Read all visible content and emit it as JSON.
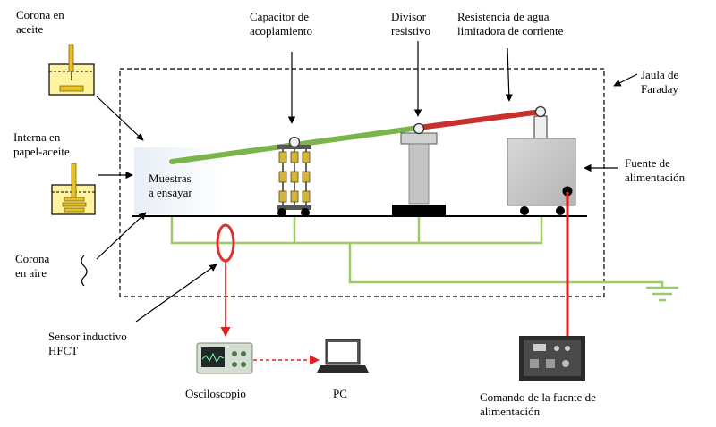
{
  "labels": {
    "corona_aceite": "Corona en\naceite",
    "interna": "Interna en\npapel-aceite",
    "corona_aire": "Corona\nen aire",
    "sensor": "Sensor inductivo\nHFCT",
    "capacitor": "Capacitor de\nacoplamiento",
    "divisor": "Divisor\nresistivo",
    "resistencia": "Resistencia de agua\nlimitadora de corriente",
    "jaula": "Jaula de\nFaraday",
    "fuente": "Fuente de\nalimentación",
    "muestras": "Muestras\na ensayar",
    "osciloscopio": "Osciloscopio",
    "pc": "PC",
    "comando": "Comando de la fuente de\nalimentación"
  },
  "colors": {
    "hv_conductor_green": "#79b548",
    "hv_conductor_red": "#c8302c",
    "ground_wire": "#9ccc65",
    "signal_wire": "#e02020",
    "hfct_ring": "#e03030",
    "oil_fill": "#fff3a0",
    "electrode": "#e8c21f",
    "source_box": "#c9c9c9"
  },
  "icons": [
    "cup-oil-corona-icon",
    "cup-paper-oil-icon",
    "squiggle-icon",
    "capacitor-stack-icon",
    "resistive-divider-icon",
    "power-source-icon",
    "hfct-ring-icon",
    "oscilloscope-icon",
    "laptop-icon",
    "control-panel-icon",
    "ground-symbol-icon"
  ]
}
